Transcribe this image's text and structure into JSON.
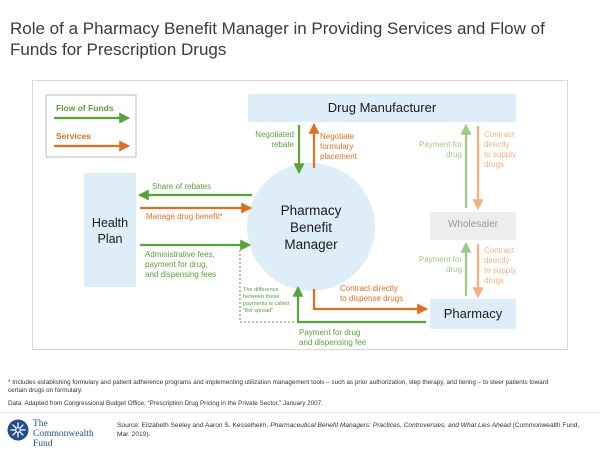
{
  "title": "Role of a Pharmacy Benefit Manager in Providing Services and Flow of Funds for Prescription Drugs",
  "legend": {
    "funds": "Flow of Funds",
    "services": "Services"
  },
  "nodes": {
    "manufacturer": "Drug Manufacturer",
    "health_plan_1": "Health",
    "health_plan_2": "Plan",
    "pbm_1": "Pharmacy",
    "pbm_2": "Benefit",
    "pbm_3": "Manager",
    "wholesaler": "Wholesaler",
    "pharmacy": "Pharmacy"
  },
  "edges": {
    "negotiated_rebate_1": "Negotiated",
    "negotiated_rebate_2": "rebate",
    "negotiate_formulary_1": "Negotiate",
    "negotiate_formulary_2": "formulary",
    "negotiate_formulary_3": "placement",
    "share_of_rebates": "Share of rebates",
    "manage_drug_benefit": "Manage drug benefit*",
    "admin_fees_1": "Administrative fees,",
    "admin_fees_2": "payment for drug,",
    "admin_fees_3": "and dispensing fees",
    "spread_1": "The difference",
    "spread_2": "between these",
    "spread_3": "payments is called",
    "spread_4": "“the spread”",
    "contract_dispense_1": "Contract directly",
    "contract_dispense_2": "to dispense drugs",
    "payment_dispensing_1": "Payment for drug",
    "payment_dispensing_2": "and dispensing fee",
    "payment_top_1": "Payment for",
    "payment_top_2": "drug",
    "contract_top_1": "Contract",
    "contract_top_2": "directly",
    "contract_top_3": "to supply",
    "contract_top_4": "drugs",
    "payment_bottom_1": "Payment for",
    "payment_bottom_2": "drug",
    "contract_bottom_1": "Contract",
    "contract_bottom_2": "directly",
    "contract_bottom_3": "to supply",
    "contract_bottom_4": "drugs"
  },
  "footnote_1": "* Includes establishing formulary and patient adherence programs and implementing utilization management tools – such as prior authorization, step therapy, and tiering – to steer patients toward",
  "footnote_2": "certain drugs on formulary.",
  "data_note": "Data: Adapted from Congressional Budget Office, “Prescription Drug Pricing in the Private Sector,” January 2007.",
  "source": {
    "prefix": "Source: Elizabeth Seeley and Aaron S. Kesselheim, ",
    "italic": "Pharmaceutical Benefit Managers: Practices, Controversies, and What Lies Ahead",
    "suffix_1": " (Commonwealth Fund,",
    "suffix_2": "Mar. 2019)."
  },
  "logo": {
    "line1": "The",
    "line2": "Commonwealth",
    "line3": "Fund"
  },
  "colors": {
    "funds": "#5aa33a",
    "services": "#e07020",
    "funds_light": "#9ccc84",
    "services_light": "#f2b07e",
    "box_fill": "#ddeef9",
    "wholesaler_fill": "#ededed",
    "brand": "#1f4e8c"
  }
}
